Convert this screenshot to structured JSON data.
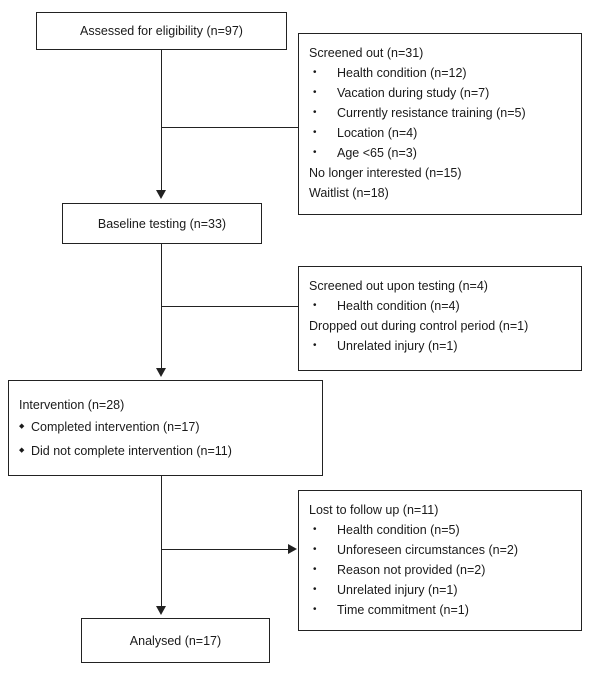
{
  "boxes": {
    "assessed": "Assessed for eligibility (n=97)",
    "baseline": "Baseline testing (n=33)",
    "analysed": "Analysed (n=17)"
  },
  "screened_out": {
    "title": "Screened out (n=31)",
    "items": [
      "Health condition (n=12)",
      "Vacation during study (n=7)",
      "Currently resistance training (n=5)",
      "Location (n=4)",
      "Age <65 (n=3)"
    ],
    "no_longer": "No longer interested (n=15)",
    "waitlist": "Waitlist (n=18)"
  },
  "testing_out": {
    "title": "Screened out upon testing (n=4)",
    "item1": "Health condition (n=4)",
    "dropped": "Dropped out during control period (n=1)",
    "item2": "Unrelated injury (n=1)"
  },
  "intervention": {
    "title": "Intervention (n=28)",
    "items": [
      "Completed intervention (n=17)",
      "Did not complete intervention (n=11)"
    ]
  },
  "followup": {
    "title": "Lost to follow up (n=11)",
    "items": [
      "Health condition (n=5)",
      "Unforeseen circumstances (n=2)",
      "Reason not provided (n=2)",
      "Unrelated injury (n=1)",
      "Time commitment (n=1)"
    ]
  }
}
